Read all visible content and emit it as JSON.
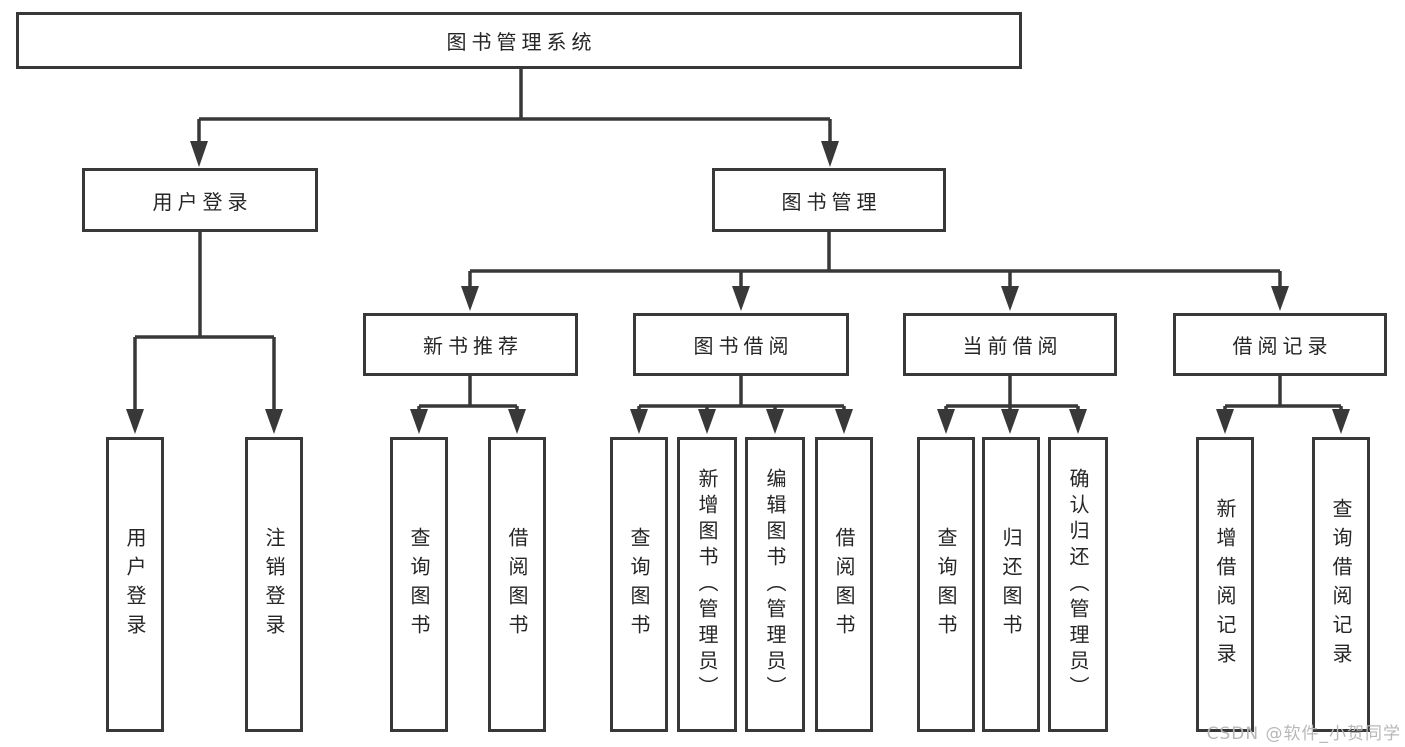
{
  "colors": {
    "line": "#383838",
    "text": "#262626",
    "background": "#ffffff",
    "watermark": "#b8b8b8"
  },
  "watermark": {
    "text": "CSDN @软件_小贺同学"
  },
  "tree": {
    "label": "图书管理系统",
    "children": [
      {
        "label": "用户登录",
        "children": [
          {
            "label": "用户登录"
          },
          {
            "label": "注销登录"
          }
        ]
      },
      {
        "label": "图书管理",
        "children": [
          {
            "label": "新书推荐",
            "children": [
              {
                "label": "查询图书"
              },
              {
                "label": "借阅图书"
              }
            ]
          },
          {
            "label": "图书借阅",
            "children": [
              {
                "label": "查询图书"
              },
              {
                "label": "新增图书（管理员）"
              },
              {
                "label": "编辑图书（管理员）"
              },
              {
                "label": "借阅图书"
              }
            ]
          },
          {
            "label": "当前借阅",
            "children": [
              {
                "label": "查询图书"
              },
              {
                "label": "归还图书"
              },
              {
                "label": "确认归还（管理员）"
              }
            ]
          },
          {
            "label": "借阅记录",
            "children": [
              {
                "label": "新增借阅记录"
              },
              {
                "label": "查询借阅记录"
              }
            ]
          }
        ]
      }
    ]
  }
}
